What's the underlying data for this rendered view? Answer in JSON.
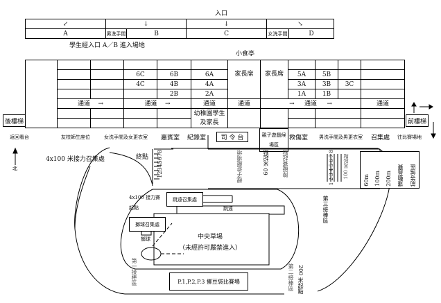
{
  "entrance": {
    "title": "入口",
    "arrows": [
      "↙",
      "↓",
      "↓",
      "↘"
    ],
    "gates": [
      "A",
      "B",
      "C",
      "D"
    ],
    "male_wc": "男洗手間",
    "female_wc": "女洗手間",
    "note": "學生經入口 A／B 進入場地"
  },
  "kiosk": "小食亭",
  "grid": {
    "parent_seat": "家長席",
    "aisle": "通道",
    "arrow": "→",
    "kindergarten": "幼稚園學生及家長",
    "classes": {
      "r1": [
        "6C",
        "6B",
        "6A",
        "5A",
        "5B"
      ],
      "r2": [
        "4C",
        "4B",
        "4A",
        "3A",
        "3B",
        "3C"
      ],
      "r3": [
        "2B",
        "2A",
        "1A",
        "1B"
      ]
    }
  },
  "stairs": {
    "back": "後樓梯",
    "front": "前樓梯"
  },
  "bottom_labels": {
    "return": "返回看台",
    "guest_school": "友校師生座位",
    "female_room": "女洗手間及女更衣室",
    "vip": "嘉賓室",
    "record": "紀錄室",
    "podium": "司 令 台",
    "parent_game_wait": "親子遊戲候場區",
    "first_aid": "救傷室",
    "male_room": "男洗手間及男更衣室",
    "assembly": "召集處",
    "to_field": "往比賽場地"
  },
  "compass": {
    "north": "北"
  },
  "track": {
    "relay_assembly": "4x100 米接力召集處",
    "finish": "終點",
    "lanes": "12345678",
    "lanes_spaced": "1 2 3 4 5 6 7 8",
    "parent_game_field": "親子遊戲場地",
    "start_60": "60 米起點",
    "obstacle_start": "障礙賽起點",
    "start_100": "100 米起點",
    "waiting_area": {
      "d1": "60m",
      "d2": "100m",
      "d3": "200m",
      "l1": "運動員賽",
      "l2": "前等候區"
    },
    "relay_start_1": "4x100 接力賽",
    "relay_start_2": "起點",
    "long_jump_assembly": "跳遠召集處",
    "long_jump": "跳遠",
    "shot_assembly": "擲球召集處",
    "shot": "擲球",
    "central_field": "中央草場",
    "central_note": "（未經許可嚴禁進入）",
    "third_zone": "第三接棒區",
    "first_zone": "第一接棒區",
    "second_zone": "第二接棒區",
    "start_200": "200 米起點",
    "beanbag": "P.1,P.2,P.3  擲豆袋比賽場"
  }
}
